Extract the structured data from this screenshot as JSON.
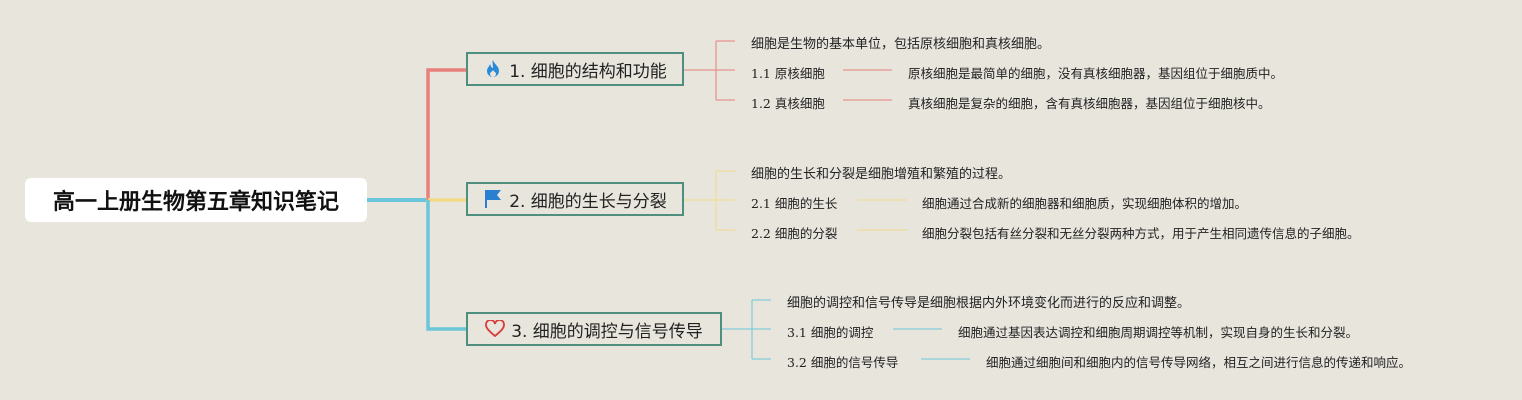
{
  "root_title": "高一上册生物第五章知识笔记",
  "colors": {
    "red": "#e8807c",
    "yellow": "#f2d98a",
    "blue": "#6cc6d9",
    "border": "#4f8f80"
  },
  "branches": [
    {
      "icon": "fire-icon",
      "label": "1. 细胞的结构和功能",
      "summary": "细胞是生物的基本单位，包括原核细胞和真核细胞。",
      "subs": [
        {
          "label": "1.1 原核细胞",
          "detail": "原核细胞是最简单的细胞，没有真核细胞器，基因组位于细胞质中。"
        },
        {
          "label": "1.2 真核细胞",
          "detail": "真核细胞是复杂的细胞，含有真核细胞器，基因组位于细胞核中。"
        }
      ]
    },
    {
      "icon": "flag-icon",
      "label": "2. 细胞的生长与分裂",
      "summary": "细胞的生长和分裂是细胞增殖和繁殖的过程。",
      "subs": [
        {
          "label": "2.1 细胞的生长",
          "detail": "细胞通过合成新的细胞器和细胞质，实现细胞体积的增加。"
        },
        {
          "label": "2.2 细胞的分裂",
          "detail": "细胞分裂包括有丝分裂和无丝分裂两种方式，用于产生相同遗传信息的子细胞。"
        }
      ]
    },
    {
      "icon": "heart-icon",
      "label": "3. 细胞的调控与信号传导",
      "summary": "细胞的调控和信号传导是细胞根据内外环境变化而进行的反应和调整。",
      "subs": [
        {
          "label": "3.1 细胞的调控",
          "detail": "细胞通过基因表达调控和细胞周期调控等机制，实现自身的生长和分裂。"
        },
        {
          "label": "3.2 细胞的信号传导",
          "detail": "细胞通过细胞间和细胞内的信号传导网络，相互之间进行信息的传递和响应。"
        }
      ]
    }
  ]
}
